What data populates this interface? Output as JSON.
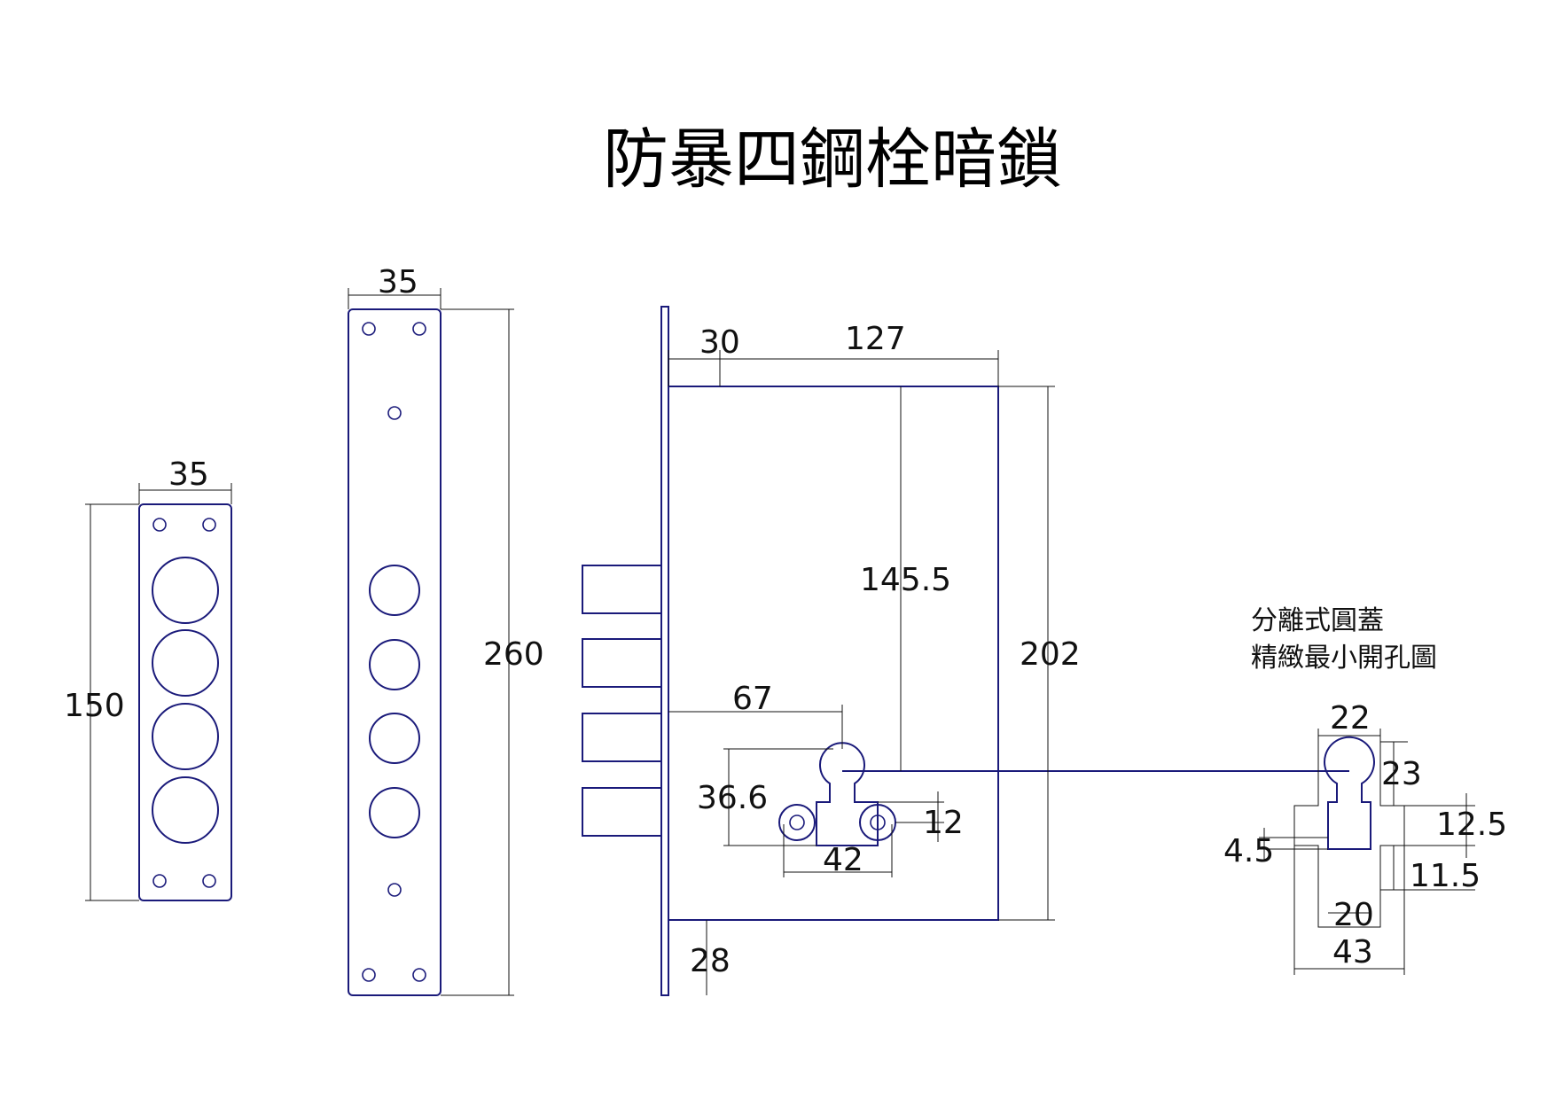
{
  "title": "防暴四鋼栓暗鎖",
  "note": {
    "line1": "分離式圓蓋",
    "line2": "精緻最小開孔圖"
  },
  "colors": {
    "part_stroke": "#1a1a7a",
    "dimension_stroke": "#111111"
  },
  "small_plate": {
    "width": "35",
    "height": "150"
  },
  "long_plate": {
    "width": "35",
    "height": "260"
  },
  "lock_body": {
    "front_offset": "30",
    "depth": "127",
    "keyhole_vertical": "145.5",
    "height": "202",
    "backset": "67",
    "keyhole_height": "36.6",
    "screw_offset": "12",
    "screw_spacing": "42",
    "bottom_offset": "28"
  },
  "cutout": {
    "top_width": "22",
    "top_height": "23",
    "right_step": "12.5",
    "left_step": "4.5",
    "lower_step": "11.5",
    "inner_width": "20",
    "total_width": "43"
  }
}
